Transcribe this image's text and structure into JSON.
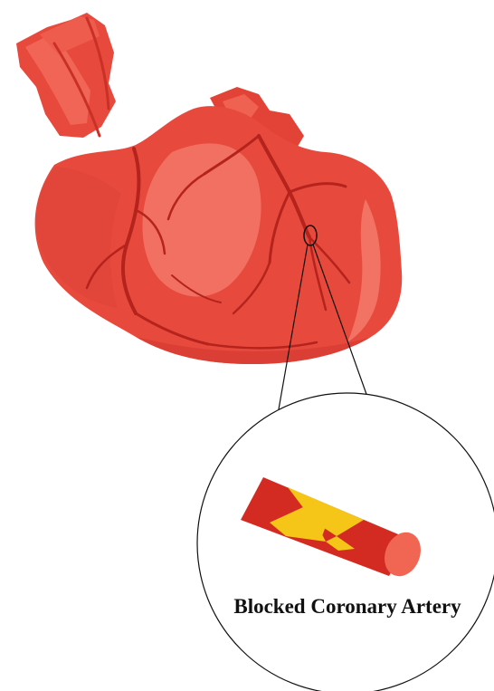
{
  "figure": {
    "caption": "Blocked Coronary Artery",
    "subject": "heart-illustration",
    "detail": "artery-blockage-cross-section"
  },
  "colors": {
    "heart_base": "#e8493d",
    "heart_light": "#f26a5a",
    "heart_highlight": "#f47d6d",
    "heart_vessels": "#b5231d",
    "artery_wall": "#d32b22",
    "artery_opening": "#f06652",
    "plaque": "#f5c518",
    "outline": "#111111"
  }
}
